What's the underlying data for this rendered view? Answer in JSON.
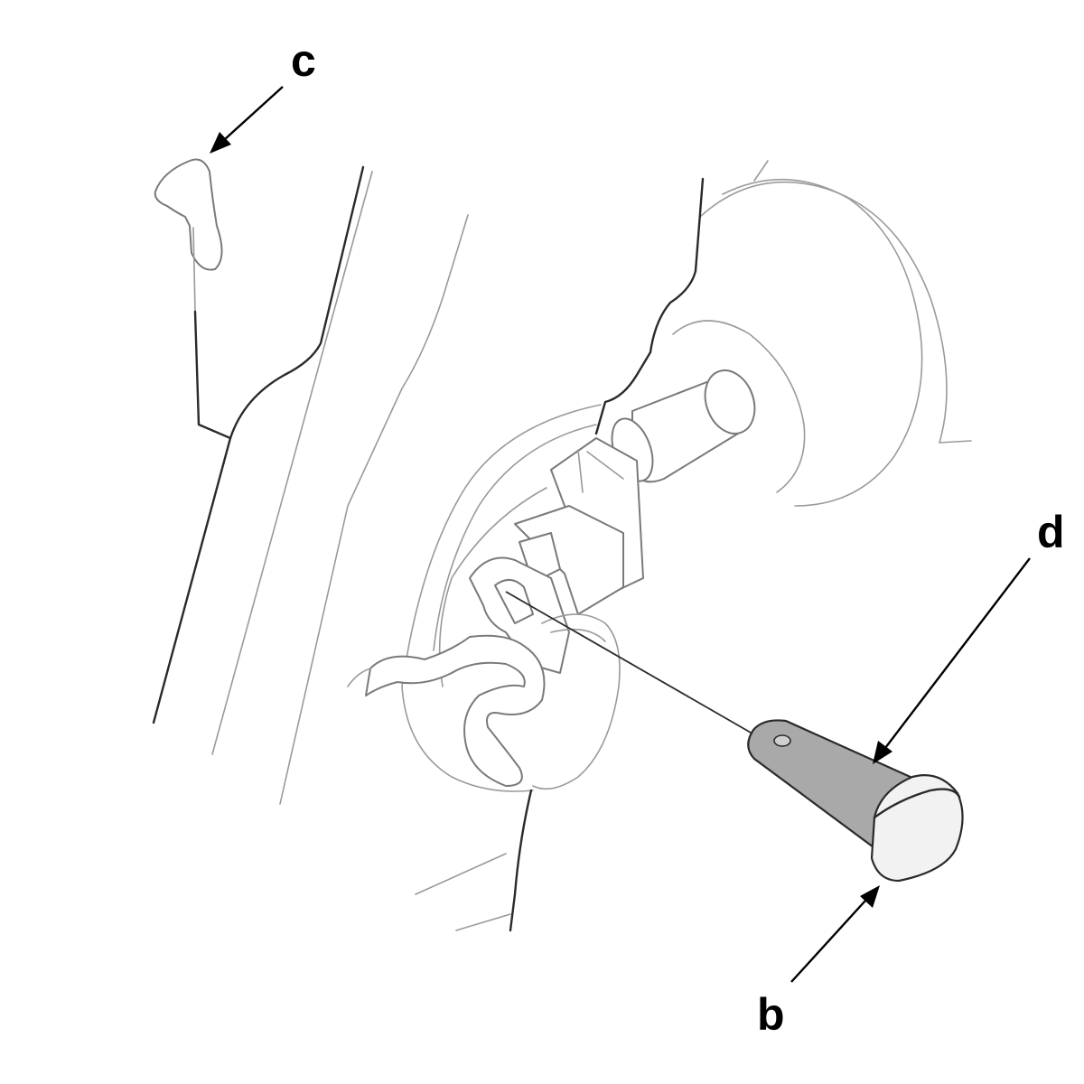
{
  "callouts": {
    "c": "c",
    "d": "d",
    "b": "b"
  },
  "colors": {
    "line": "#2a2a2a",
    "faint_line": "#9a9a9a",
    "pin_fill": "#a9a9a9",
    "background": "#ffffff"
  }
}
